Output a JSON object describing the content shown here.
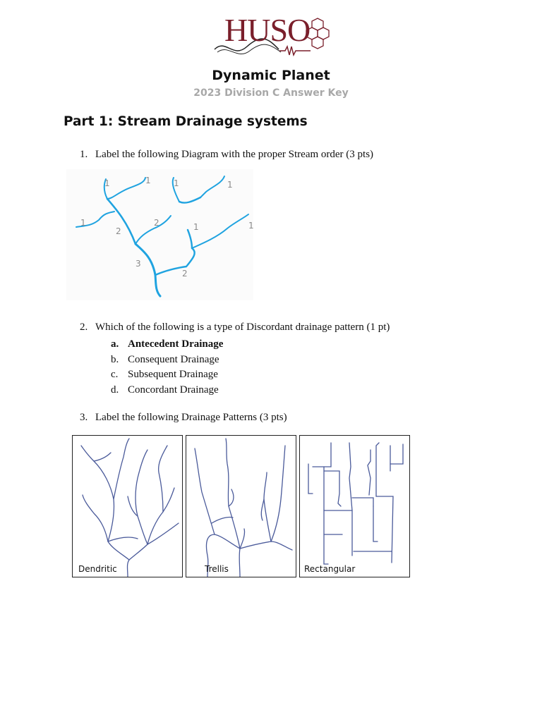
{
  "logo": {
    "text": "HUSO"
  },
  "header": {
    "title": "Dynamic Planet",
    "subtitle": "2023 Division C Answer Key"
  },
  "part1": {
    "heading": "Part 1: Stream Drainage systems",
    "q1": {
      "number": "1.",
      "text": "Label the following Diagram with the proper Stream order (3 pts)"
    },
    "stream_order_labels": [
      "1",
      "1",
      "1",
      "1",
      "1",
      "1",
      "2",
      "2",
      "1",
      "3",
      "2"
    ],
    "q2": {
      "number": "2.",
      "text": "Which of the following is a type of Discordant drainage pattern (1 pt)",
      "options": [
        {
          "letter": "a.",
          "text": "Antecedent Drainage",
          "correct": true
        },
        {
          "letter": "b.",
          "text": "Consequent Drainage",
          "correct": false
        },
        {
          "letter": "c.",
          "text": "Subsequent Drainage",
          "correct": false
        },
        {
          "letter": "d.",
          "text": "Concordant Drainage",
          "correct": false
        }
      ]
    },
    "q3": {
      "number": "3.",
      "text": "Label the following Drainage Patterns (3 pts)",
      "patterns": [
        "Dendritic",
        "Trellis",
        "Rectangular"
      ]
    }
  },
  "colors": {
    "logo": "#7a1f2b",
    "stream_lines": "#1fa3e0",
    "pattern_lines": "#4a5a9a",
    "subtitle": "#a8a8a8"
  }
}
